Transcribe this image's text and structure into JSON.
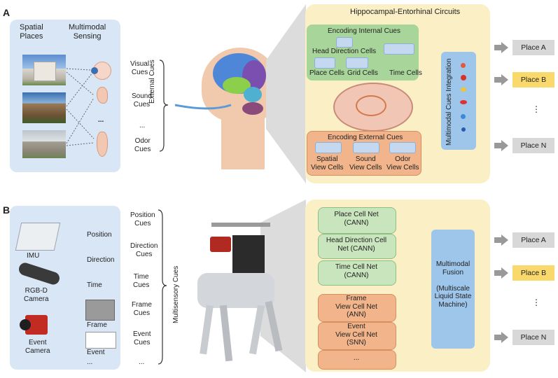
{
  "panelA": {
    "label": "A",
    "spatial_places": "Spatial\nPlaces",
    "multimodal_sensing": "Multimodal\nSensing",
    "cues": [
      "Visual\nCues",
      "Sound\nCues",
      "...",
      "Odor\nCues"
    ],
    "external_cues": "External Cues",
    "ellipsis": "...",
    "circuit_title": "Hippocampal-Entorhinal Circuits",
    "internal_title": "Encoding Internal Cues",
    "internal_cells": [
      "Head Direction Cells",
      "Place Cells",
      "Grid Cells",
      "Time Cells"
    ],
    "external_title": "Encoding External Cues",
    "external_cells": [
      "Spatial\nView Cells",
      "Sound\nView Cells",
      "Odor\nView Cells"
    ],
    "integration": "Multimodal Cues Integration",
    "places": [
      "Place A",
      "Place B",
      "Place N"
    ],
    "vdots": "⋮"
  },
  "panelB": {
    "label": "B",
    "sensors": [
      "IMU",
      "RGB-D\nCamera",
      "Event\nCamera"
    ],
    "signals": [
      "Position",
      "Direction",
      "Time",
      "Frame",
      "Event",
      "..."
    ],
    "cues": [
      "Position\nCues",
      "Direction\nCues",
      "Time\nCues",
      "Frame\nCues",
      "Event\nCues",
      "..."
    ],
    "multisensory": "Multisensory Cues",
    "nets_green": [
      "Place Cell Net\n(CANN)",
      "Head Direction Cell\nNet (CANN)",
      "Time Cell Net\n(CANN)"
    ],
    "nets_orange": [
      "Frame\nView Cell Net\n(ANN)",
      "Event\nView Cell Net\n(SNN)",
      "..."
    ],
    "fusion": "Multimodal\nFusion\n\n(Multiscale\nLiquid State\nMachine)",
    "places": [
      "Place A",
      "Place B",
      "Place N"
    ],
    "vdots": "⋮"
  },
  "colors": {
    "blue_panel": "#d9e6f5",
    "yellow_panel": "#fbefc6",
    "green": "#a8d59a",
    "orange": "#f1b48b",
    "fusion_blue": "#9ec5ea",
    "highlight": "#f9d96b",
    "place_gray": "#d8d8d8"
  }
}
